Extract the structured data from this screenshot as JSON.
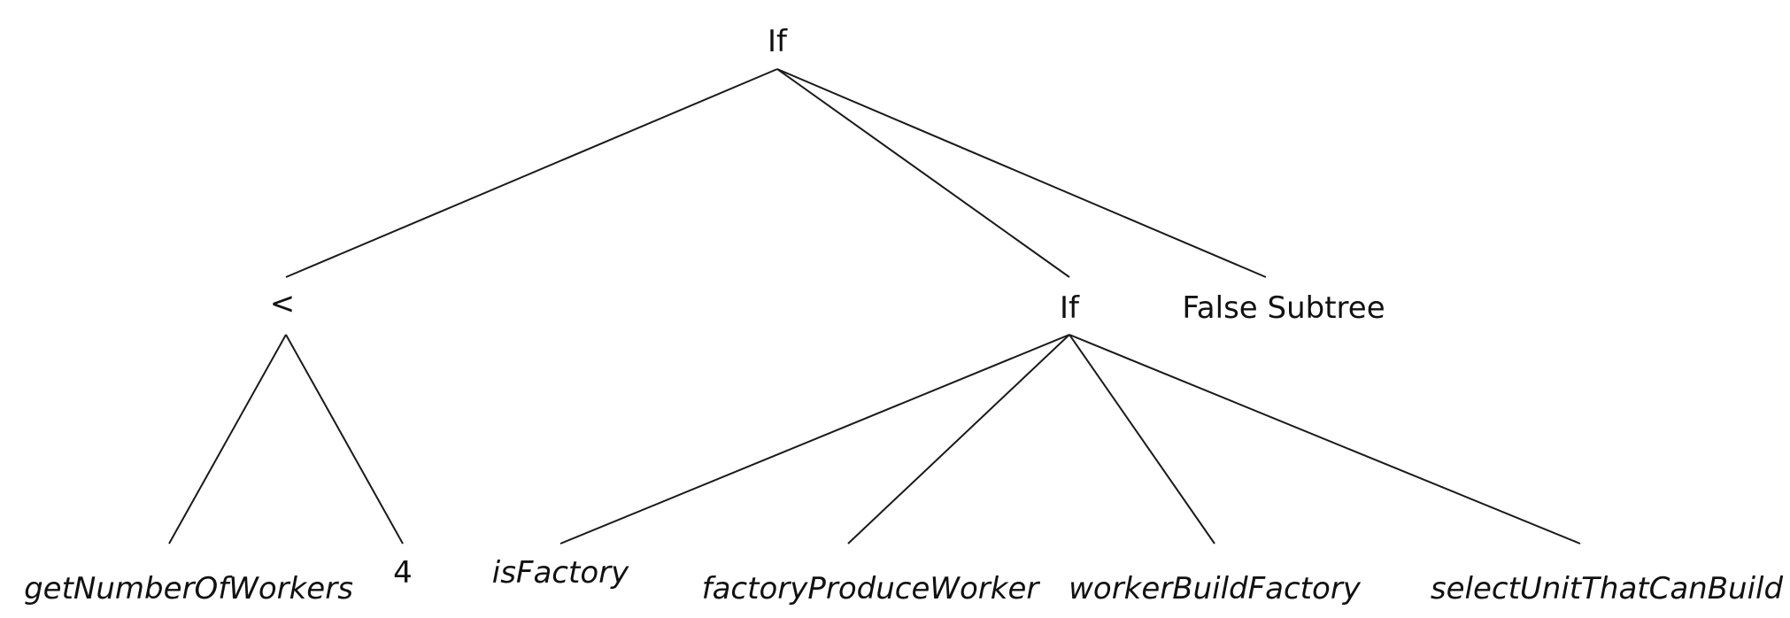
{
  "tree": {
    "root": {
      "label": "If"
    },
    "less_than": {
      "label": "<"
    },
    "nested_if": {
      "label": "If"
    },
    "false_subtree": {
      "label": "False Subtree"
    },
    "leaves": {
      "get_number_of_workers": "getNumberOfWorkers",
      "four": "4",
      "is_factory": "isFactory",
      "factory_produce_worker": "factoryProduceWorker",
      "worker_build_factory": "workerBuildFactory",
      "select_unit_that_can_build": "selectUnitThatCanBuild"
    }
  }
}
